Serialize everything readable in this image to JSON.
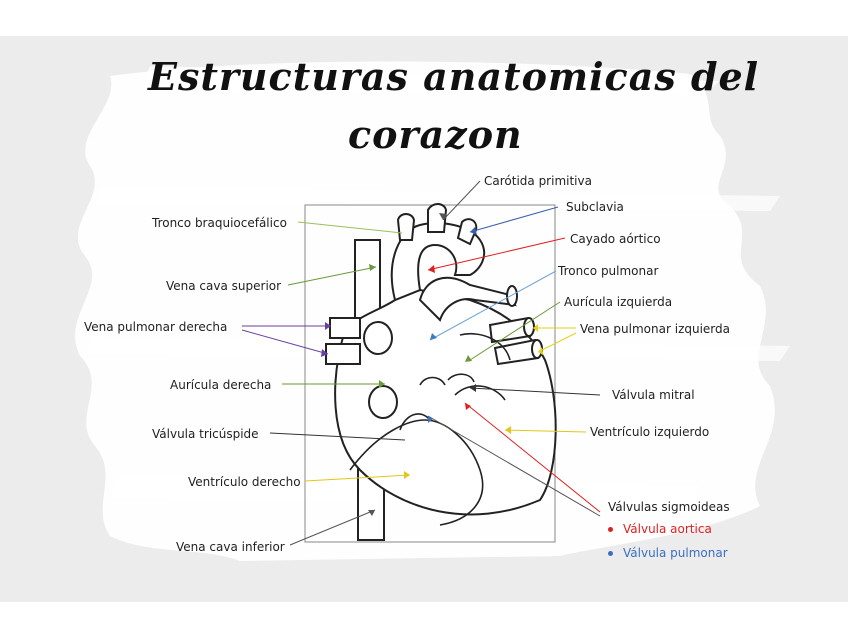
{
  "title": {
    "line1": "Estructuras anatomicas del",
    "line2": "corazon"
  },
  "labels": {
    "carotida": "Carótida primitiva",
    "subclavia": "Subclavia",
    "cayado": "Cayado aórtico",
    "tronco_pulmonar": "Tronco pulmonar",
    "auricula_izq": "Aurícula izquierda",
    "vena_pulm_izq": "Vena pulmonar izquierda",
    "valvula_mitral": "Válvula mitral",
    "ventriculo_izq": "Ventrículo izquierdo",
    "tronco_braquio": "Tronco braquiocefálico",
    "vena_cava_sup": "Vena cava superior",
    "vena_pulm_der": "Vena pulmonar derecha",
    "auricula_der": "Aurícula derecha",
    "valvula_tricuspide": "Válvula tricúspide",
    "ventriculo_der": "Ventrículo derecho",
    "vena_cava_inf": "Vena cava inferior"
  },
  "legend": {
    "title": "Válvulas sigmoideas",
    "aortica": "Válvula aortica",
    "pulmonar": "Válvula pulmonar"
  },
  "colors": {
    "aortica": "#e02020",
    "pulmonar": "#3a6fc4"
  }
}
